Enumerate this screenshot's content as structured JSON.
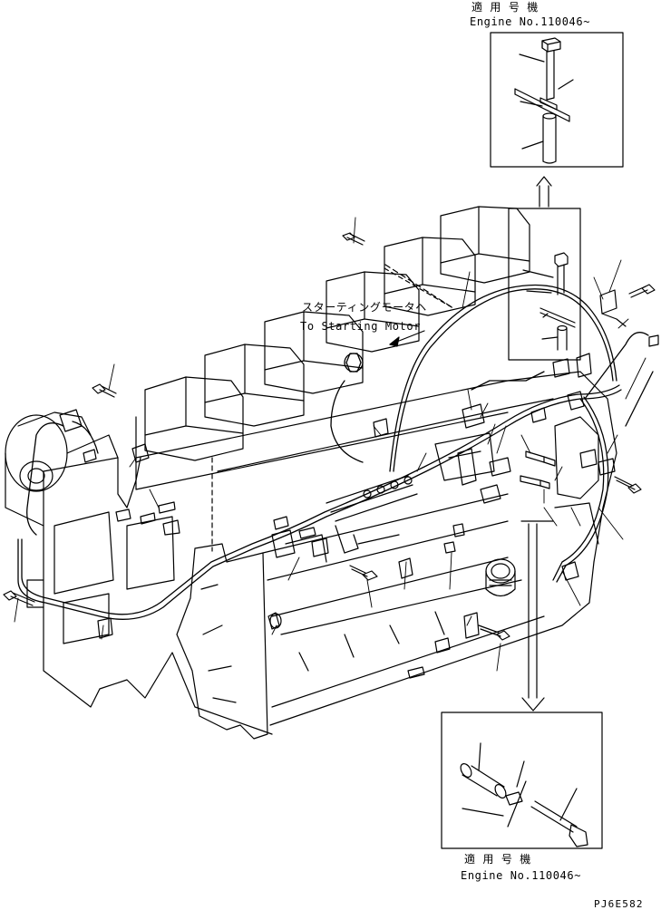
{
  "top_detail": {
    "label_jp": "適 用 号 機",
    "label_en": "Engine No.110046~"
  },
  "bottom_detail": {
    "label_jp": "適 用 号 機",
    "label_en": "Engine No.110046~"
  },
  "callout": {
    "label_jp": "スターティングモータヘ",
    "label_en": "To Starting Motor"
  },
  "drawing_code": "PJ6E582"
}
